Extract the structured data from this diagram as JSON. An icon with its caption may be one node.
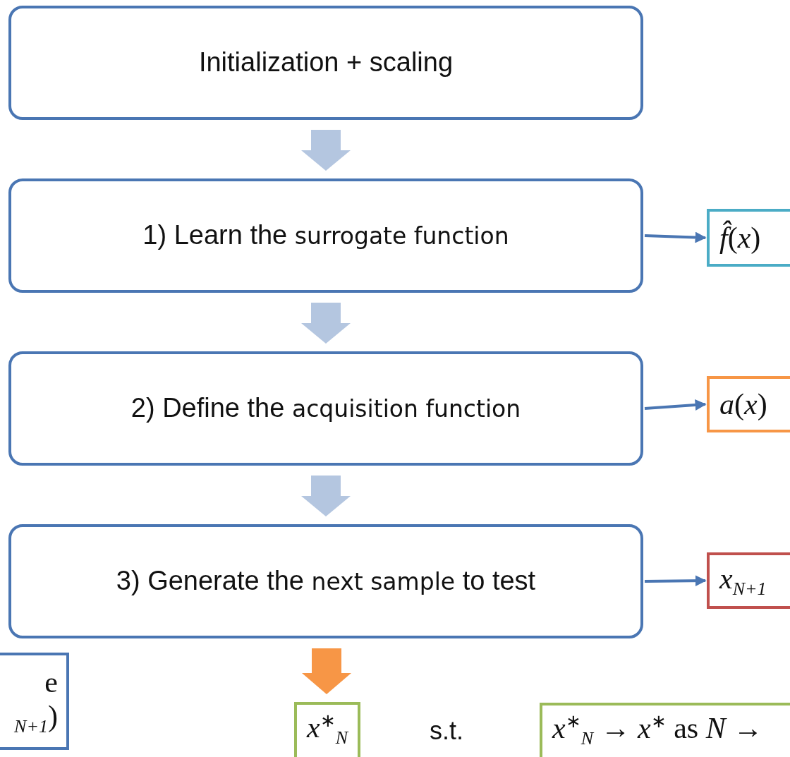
{
  "diagram": {
    "nodes": [
      {
        "text": [
          "Initialization + scaling"
        ]
      },
      {
        "text": [
          "1) Learn the **surrogate function**"
        ]
      },
      {
        "text": [
          "2) Define the **acquisition function**"
        ]
      },
      {
        "text": [
          "3) Generate the **next sample** to test"
        ]
      },
      {
        "text": [
          "*f̂*(*x*)"
        ]
      },
      {
        "text": [
          "*a*(*x*)"
        ]
      },
      {
        "text": [
          "*x*$_{N+1}$"
        ]
      },
      {
        "text": [
          "e",
          "$_{N+1}$)"
        ]
      },
      {
        "text": [
          "*x*$^{∗}$$_{N}$"
        ]
      },
      {
        "text": [
          "*x*$^{∗}$$_{N}$ → *x*$^{∗}$ as *N* →"
        ]
      }
    ],
    "edges": [
      {
        "from": 0,
        "to": 1,
        "arrow": "to",
        "style": "thick"
      },
      {
        "from": 1,
        "to": 2,
        "arrow": "to",
        "style": "thick"
      },
      {
        "from": 2,
        "to": 3,
        "arrow": "to",
        "style": "thick"
      },
      {
        "from": 3,
        "to": 8,
        "arrow": "to",
        "style": "thick",
        "color": "#f79646"
      },
      {
        "from": 1,
        "to": 4,
        "arrow": "to"
      },
      {
        "from": 2,
        "to": 5,
        "arrow": "to"
      },
      {
        "from": 3,
        "to": 6,
        "arrow": "to"
      }
    ],
    "labels": [
      "s.t."
    ]
  }
}
